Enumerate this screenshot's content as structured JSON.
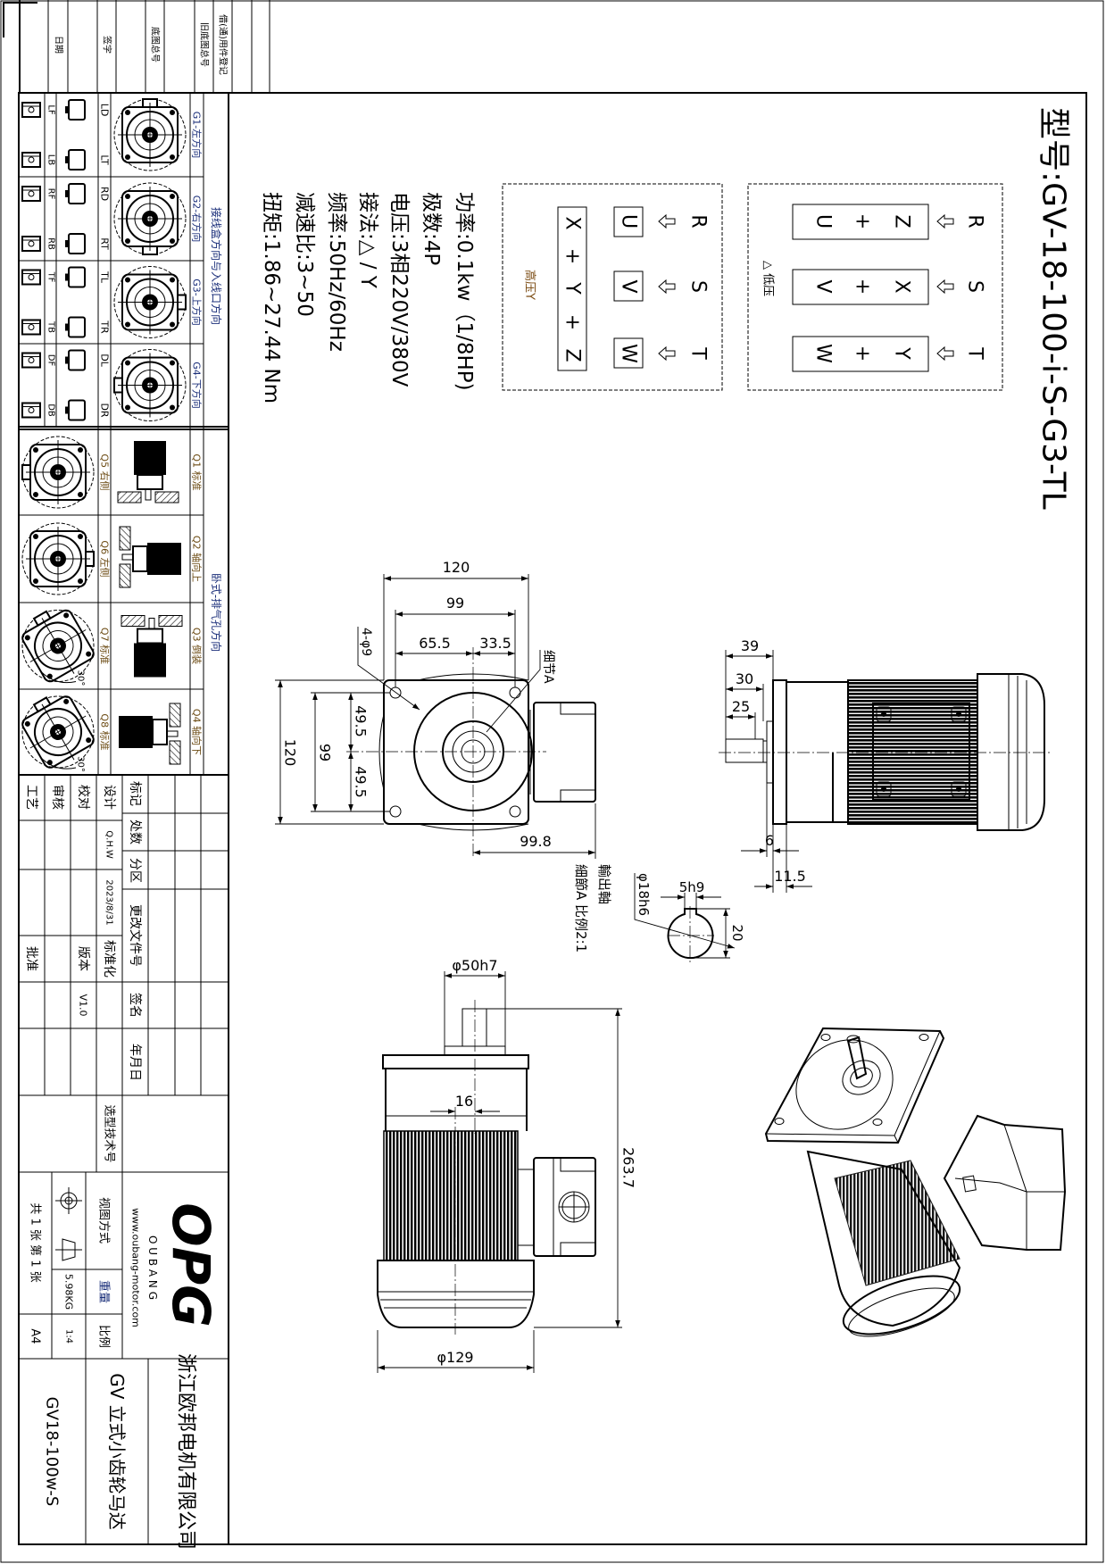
{
  "header_strip": {
    "labels": [
      "借(通)用件登记",
      "旧底图总号",
      "底图总号",
      "签字",
      "日期"
    ]
  },
  "model": {
    "title": "型号:GV-18-100-i-S-G3-TL"
  },
  "wiring": {
    "low": {
      "label": "△ 低压",
      "supply": [
        "R",
        "S",
        "T"
      ],
      "terminals": [
        [
          "Z",
          "+",
          "U"
        ],
        [
          "X",
          "+",
          "V"
        ],
        [
          "Y",
          "+",
          "W"
        ]
      ]
    },
    "high": {
      "label": "高压Y",
      "supply": [
        "R",
        "S",
        "T"
      ],
      "terminals": [
        "U",
        "V",
        "W"
      ],
      "star": [
        "X",
        "+",
        "Y",
        "+",
        "Z"
      ]
    }
  },
  "specs": [
    "功率:0.1kw（1/8HP)",
    "极数:4P",
    "电压:3相220V/380V",
    "接法:△ / Y",
    "频率:50Hz/60Hz",
    "减速比:3~50",
    "扭矩:1.86~27.44 Nm"
  ],
  "orientation_table": {
    "group_label": "接线盒方向与入线口方向",
    "rows": [
      {
        "label": "G1-左方向",
        "codes": [
          "LD",
          "LT",
          "LF",
          "LB"
        ]
      },
      {
        "label": "G2-右方向",
        "codes": [
          "RD",
          "RT",
          "RF",
          "RB"
        ]
      },
      {
        "label": "G3-上方向",
        "codes": [
          "TL",
          "TR",
          "TF",
          "TB"
        ]
      },
      {
        "label": "G4-下方向",
        "codes": [
          "DL",
          "DR",
          "DF",
          "DB"
        ]
      }
    ]
  },
  "mounting_table": {
    "group_label": "卧式-排气孔方向",
    "angle": "30°",
    "rows": [
      {
        "side": "Q1 标准",
        "face": "Q5 右侧"
      },
      {
        "side": "Q2 轴向上",
        "face": "Q6 左侧"
      },
      {
        "side": "Q3 倒装",
        "face": "Q7 标准"
      },
      {
        "side": "Q4 轴向下",
        "face": "Q8 标准"
      }
    ]
  },
  "dimensions": {
    "front": {
      "width_overall": "120",
      "hole_pitch": "99",
      "offset_left": "65.5",
      "offset_right": "33.5",
      "holes": "4-φ9",
      "detail_ref": "细节A",
      "height_overall": "120",
      "height_pitch": "99",
      "half_upper": "49.5",
      "half_lower": "49.5",
      "box_offset": "99.8"
    },
    "side": {
      "d39": "39",
      "d30": "30",
      "d25": "25",
      "d6": "6",
      "d11_5": "11.5"
    },
    "detail": {
      "title": "輸出軸",
      "subtitle": "細節A 比例2:1",
      "diameter": "φ18h6",
      "key": "5h9",
      "height": "20"
    },
    "bottom": {
      "pilot": "φ50h7",
      "key_offset": "16",
      "length": "263.7",
      "body_dia": "φ129"
    }
  },
  "title_block": {
    "revision_headers": [
      "标记",
      "处数",
      "分区",
      "更改文件号",
      "签名",
      "年月日"
    ],
    "roles": [
      "设计",
      "校对",
      "审核",
      "工艺"
    ],
    "designer": "Q.H.W",
    "date": "2023/8/31",
    "standardization": "标准化",
    "version_label": "版本",
    "version": "V1.0",
    "approval": "批准",
    "selection_no": "选型技术号",
    "view_method": "视图方式",
    "weight_label": "重量",
    "weight": "5.98KG",
    "scale_label": "比例",
    "scale": "1:4",
    "sheets": "共 1 张 第 1 张",
    "paper": "A4",
    "logo": "OPG",
    "brand": "O U B A N G",
    "website": "www.oubang-motor.com",
    "company": "浙江欧邦电机有限公司",
    "product": "GV 立式小齿轮马达",
    "drawing_no": "GV18-100w-S"
  }
}
